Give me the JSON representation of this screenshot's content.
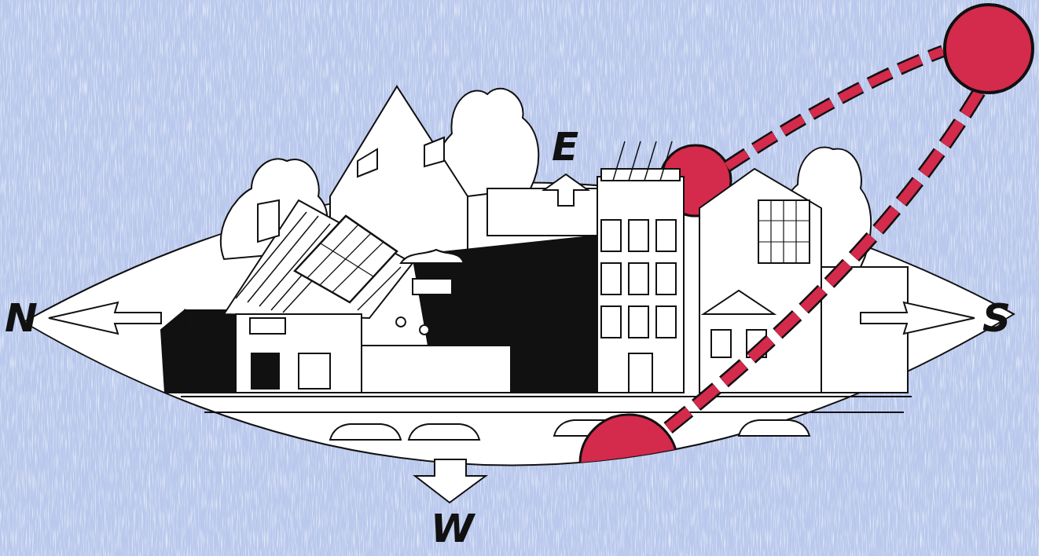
{
  "diagram": {
    "labels": [
      "E",
      "N",
      "S",
      "W"
    ]
  }
}
